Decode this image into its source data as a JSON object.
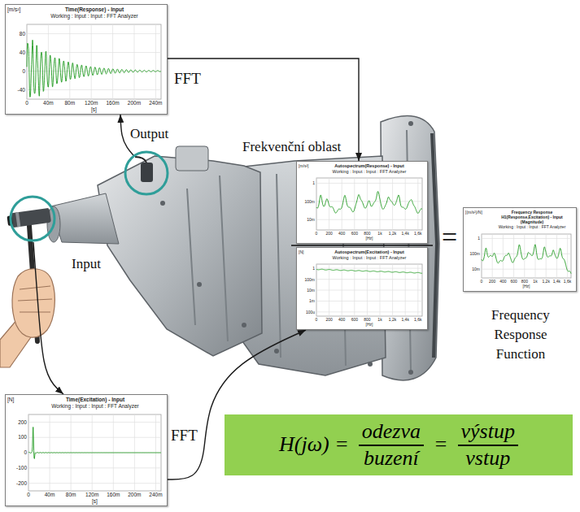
{
  "diagram": {
    "nodes": [
      {
        "text": [
          "[m/s²]",
          "Time(Response) - Input",
          "Working : Input : Input : FFT Analyzer",
          "80",
          "40",
          "0",
          "-40",
          "0",
          "40m",
          "80m",
          "120m",
          "160m",
          "200m",
          "240m",
          "[s]"
        ]
      },
      {
        "text": [
          "Output"
        ]
      },
      {
        "text": [
          "Input"
        ]
      },
      {
        "text": [
          "[m/s²]",
          "Autospectrum(Response) - Input",
          "Working : Input : Input : FFT Analyzer",
          "1",
          "100m",
          "10m",
          "0",
          "200",
          "400",
          "600",
          "800",
          "1k",
          "1,2k",
          "1,4k",
          "1,6k",
          "[Hz]"
        ]
      },
      {
        "text": [
          "[N]",
          "Autospectrum(Excitation) - Input",
          "Working : Input : Input : FFT Analyzer",
          "1",
          "100m",
          "10m",
          "1m",
          "100u",
          "0",
          "200",
          "400",
          "600",
          "800",
          "1k",
          "1,2k",
          "1,4k",
          "1,6k",
          "[Hz]"
        ]
      },
      {
        "text": [
          "[(m/s²)/N]",
          "Frequency Response H1(Response,Excitation) - Input (Magnitude)",
          "Working : Input : Input : FFT Analyzer",
          "1",
          "100m",
          "10m",
          "0",
          "200",
          "400",
          "600",
          "800",
          "1k",
          "1,2k",
          "1,4k",
          "1,6k",
          "[Hz]"
        ]
      },
      {
        "text": [
          "[N]",
          "Time(Excitation) - Input",
          "Working : Input : Input : FFT Analyzer",
          "200",
          "100",
          "0",
          "-100",
          "-200",
          "0",
          "40m",
          "80m",
          "120m",
          "160m",
          "200m",
          "240m",
          "[s]"
        ]
      },
      {
        "text": [
          "H(jω) =",
          "odezva",
          "buzení",
          "=",
          "výstup",
          "vstup"
        ]
      }
    ],
    "edges": [
      {
        "from": 1,
        "to": 0,
        "arrow": "to"
      },
      {
        "from": 0,
        "to": 3,
        "arrow": "to"
      },
      {
        "from": 2,
        "to": 6,
        "arrow": "to"
      },
      {
        "from": 6,
        "to": 4,
        "arrow": "to"
      }
    ],
    "labels": [
      "FFT",
      "Frekvenční oblast",
      "=",
      "Frequency Response Function",
      "FFT"
    ]
  }
}
